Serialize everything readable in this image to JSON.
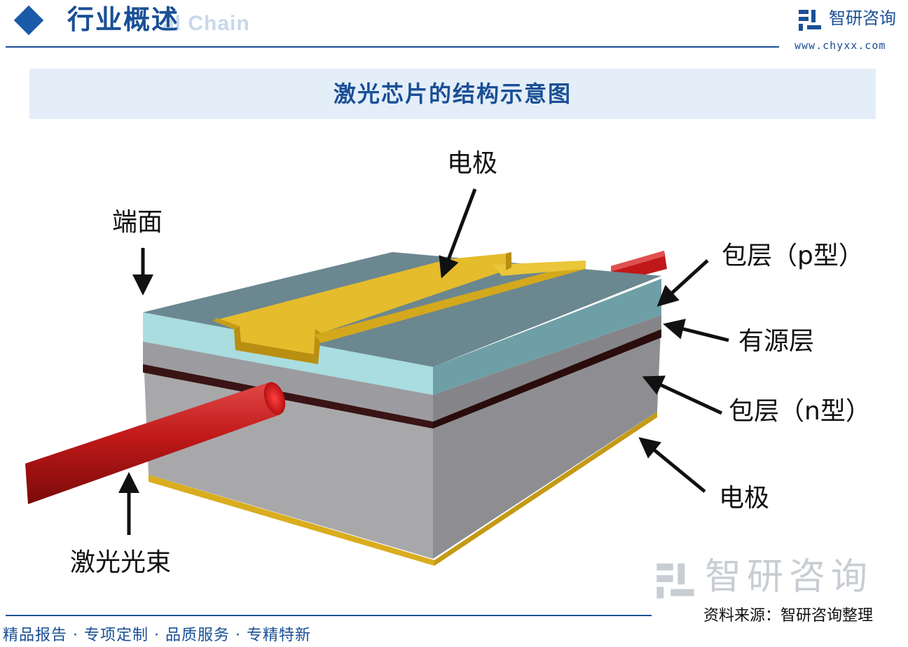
{
  "header": {
    "title": "行业概述",
    "ghost_text": "al Chain",
    "brand_name": "智研咨询",
    "brand_url": "www.chyxx.com"
  },
  "diagram": {
    "title": "激光芯片的结构示意图",
    "labels": {
      "top_electrode": "电极",
      "end_face": "端面",
      "p_cladding": "包层（p型）",
      "active_layer": "有源层",
      "n_cladding": "包层（n型）",
      "bottom_electrode": "电极",
      "laser_beam": "激光光束"
    }
  },
  "watermark": {
    "text": "智研咨询"
  },
  "footer": {
    "tags": "精品报告 · 专项定制 · 品质服务 · 专精特新",
    "source": "资料来源：智研咨询整理"
  },
  "colors": {
    "brand_blue": "#1a4f96",
    "electrode_gold": "#e4bc2c",
    "p_cladding": "#a9dde0",
    "substrate_gray": "#a8a8aa",
    "laser_red": "#c01818"
  }
}
